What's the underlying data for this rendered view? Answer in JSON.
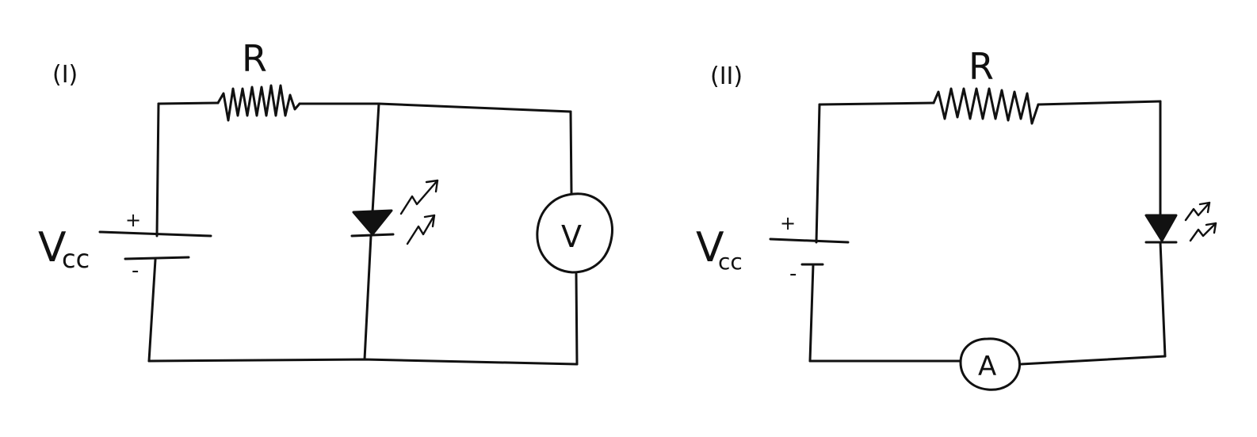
{
  "circuit_1": {
    "label": "(I)",
    "resistor_label": "R",
    "source_label_main": "V",
    "source_label_sub": "cc",
    "plus_sign": "+",
    "minus_sign": "-",
    "meter_label": "V"
  },
  "circuit_2": {
    "label": "(II)",
    "resistor_label": "R",
    "source_label_main": "V",
    "source_label_sub": "cc",
    "plus_sign": "+",
    "minus_sign": "-",
    "meter_label": "A"
  }
}
